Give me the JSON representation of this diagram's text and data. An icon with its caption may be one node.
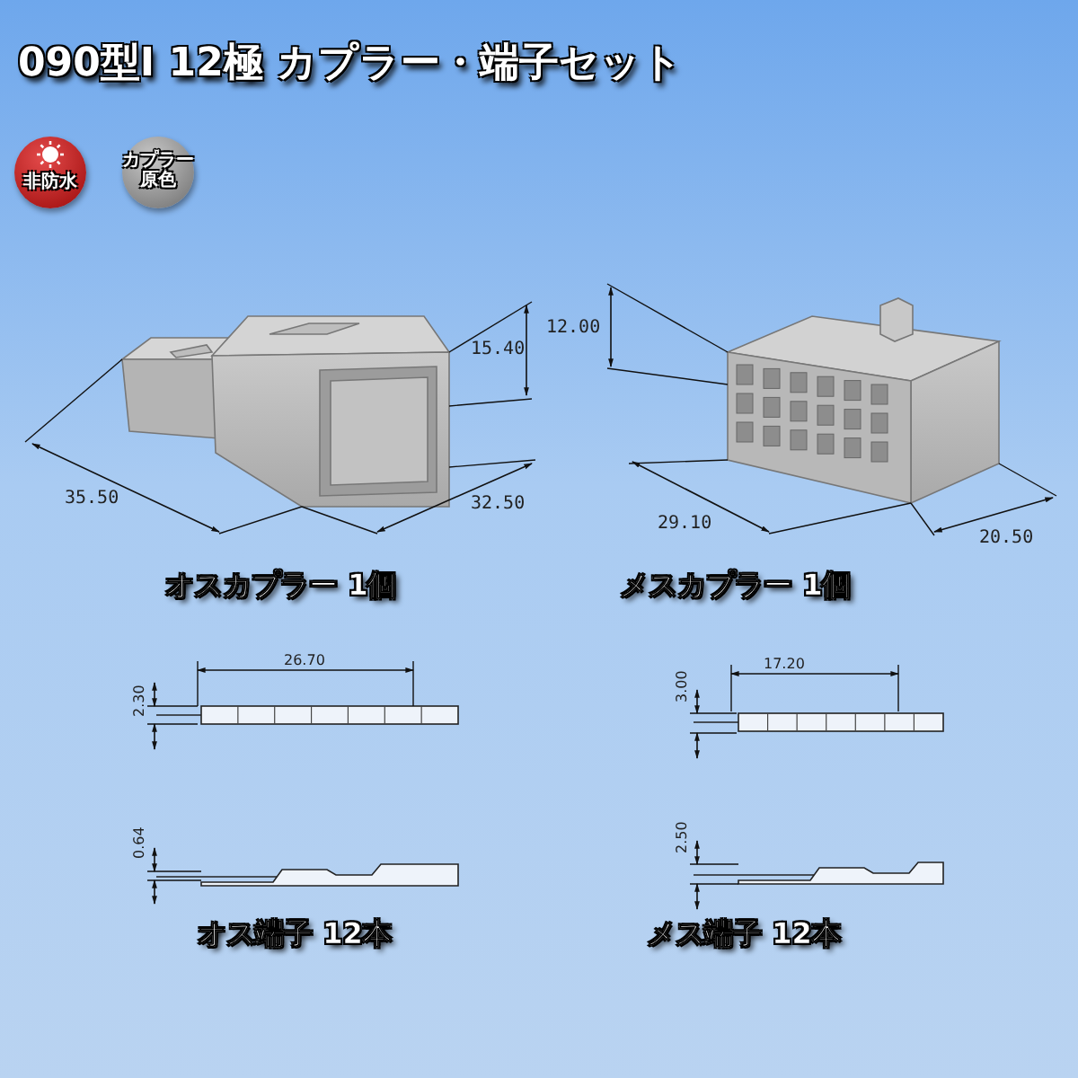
{
  "diagram": {
    "title": "090型I 12極 カプラー・端子セット",
    "nodes": [
      {
        "text": [
          "非防水"
        ]
      },
      {
        "text": [
          "カプラー原色"
        ]
      }
    ],
    "labels": [
      "15.40",
      "12.00",
      "35.50",
      "32.50",
      "29.10",
      "20.50",
      "オスカプラー 1個",
      "メスカプラー 1個",
      "26.70",
      "17.20",
      "2.30",
      "3.00",
      "0.64",
      "2.50",
      "オス端子 12本",
      "メス端子 12本"
    ]
  }
}
